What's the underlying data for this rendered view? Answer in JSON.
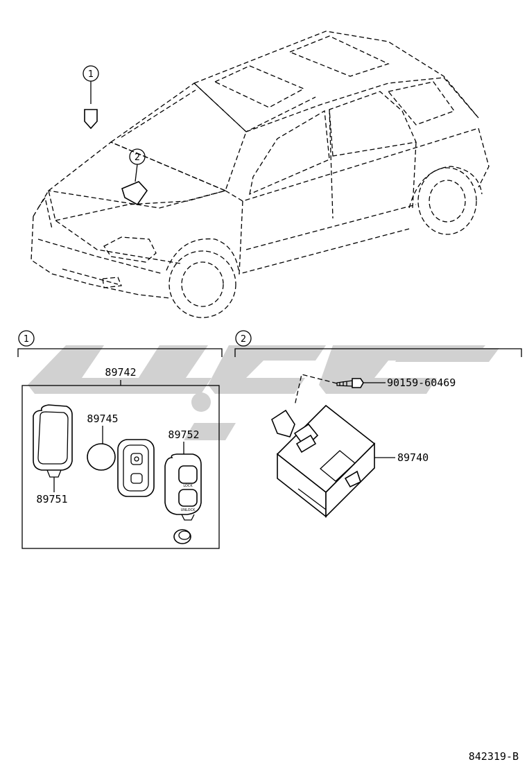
{
  "locator_markers": [
    "1",
    "2"
  ],
  "section_markers": [
    "1",
    "2"
  ],
  "parts": {
    "kit": "89742",
    "keyless_case": "89751",
    "battery": "89745",
    "transmitter_housing": "89752",
    "bolt": "90159-60469",
    "receiver": "89740"
  },
  "transmitter_button_text": [
    "LOCK",
    "UNLOCK"
  ],
  "diagram_id": "842319-B",
  "watermark": {
    "color": "#c8c8c8"
  }
}
